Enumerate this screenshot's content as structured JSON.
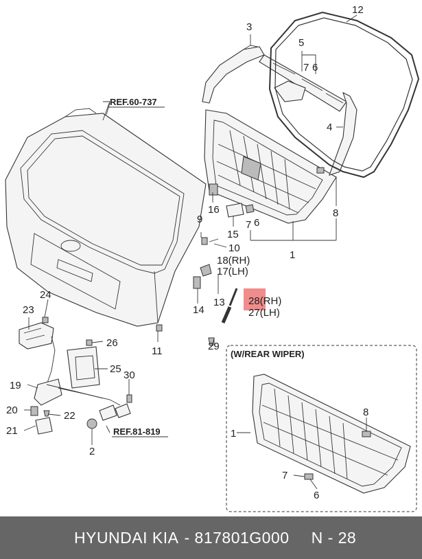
{
  "refs": {
    "ref_60": "REF.60-737",
    "ref_81": "REF.81-819"
  },
  "inset": {
    "title": "(W/REAR WIPER)",
    "labels": {
      "p1": "1",
      "p8": "8",
      "p7": "7",
      "p6": "6"
    }
  },
  "labels": {
    "p1": "1",
    "p2": "2",
    "p3": "3",
    "p4": "4",
    "p5": "5",
    "p6": "6",
    "p7": "7",
    "p7b": "7",
    "p6b": "6",
    "p8": "8",
    "p9": "9",
    "p10": "10",
    "p11": "11",
    "p12": "12",
    "p13": "13",
    "p14": "14",
    "p15": "15",
    "p16": "16",
    "p17": "17(LH)",
    "p18": "18(RH)",
    "p19": "19",
    "p20": "20",
    "p21": "21",
    "p22": "22",
    "p23": "23",
    "p24": "24",
    "p25": "25",
    "p26": "26",
    "p27": "27(LH)",
    "p28": "28(RH)",
    "p29": "29",
    "p30": "30"
  },
  "highlight_color": "#f08080",
  "footer": {
    "brand": "HYUNDAI  KIA",
    "part_number": "- 817801G000",
    "page": "N - 28",
    "background": "#666666"
  }
}
